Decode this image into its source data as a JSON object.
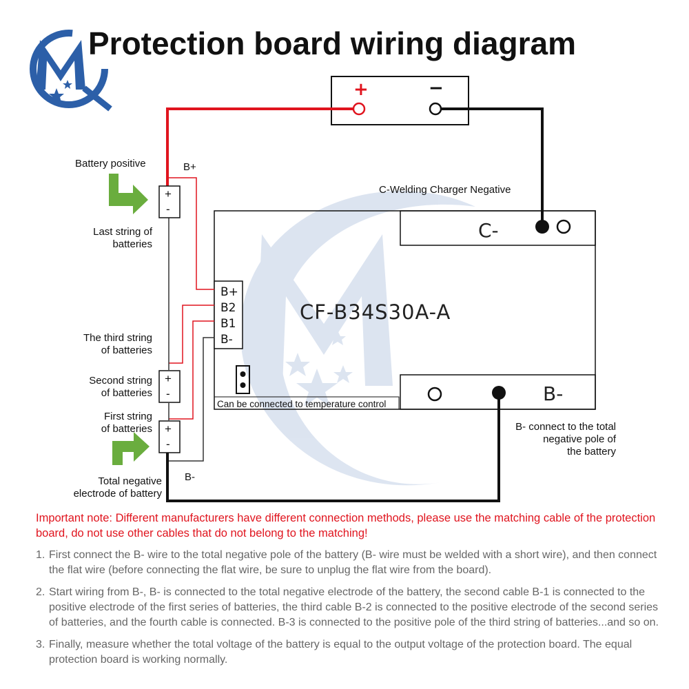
{
  "title": "Protection board wiring diagram",
  "logo": {
    "letters": "MQ",
    "color": "#2c5fa8",
    "icon": "mq-logo-icon"
  },
  "charger": {
    "plus": "+",
    "minus": "−"
  },
  "labels": {
    "battery_positive": "Battery positive",
    "b_plus_top": "B+",
    "c_welding": "C-Welding Charger Negative",
    "last_string_1": "Last string of",
    "last_string_2": "batteries",
    "third_string_1": "The third string",
    "third_string_2": "of batteries",
    "second_string_1": "Second string",
    "second_string_2": "of batteries",
    "first_string_1": "First string",
    "first_string_2": "of batteries",
    "total_negative_1": "Total negative",
    "total_negative_2": "electrode of battery",
    "b_minus_bottom": "B-",
    "b_minus_connect_1": "B- connect to the total",
    "b_minus_connect_2": "negative pole of",
    "b_minus_connect_3": "the battery",
    "temp_control": "Can be connected to temperature control"
  },
  "board": {
    "model": "CF-B34S30A-A",
    "c_minus": "C-",
    "b_minus": "B-",
    "pins": [
      "B+",
      "B2",
      "B1",
      "B-"
    ]
  },
  "cell_signs": {
    "plus": "+",
    "minus": "-"
  },
  "colors": {
    "red_wire": "#e0141e",
    "black_wire": "#111111",
    "arrow_green": "#6aad3e",
    "note_red": "#e0141e"
  },
  "note": "Important note: Different manufacturers have different connection methods, please use the matching cable of the protection board, do not use other cables that do not belong to the matching!",
  "steps": [
    {
      "num": "1.",
      "text": "First connect the B- wire to the total negative pole of the battery (B- wire must be welded with a short wire), and then connect the flat wire (before connecting the flat wire, be sure to unplug the flat wire from the board)."
    },
    {
      "num": "2.",
      "text": "Start wiring from B-, B- is connected to the total negative electrode of the battery, the second cable B-1 is connected to the positive electrode of the first series of batteries, the third cable B-2 is connected to the positive electrode of the second series of batteries, and the fourth cable is connected. B-3 is connected to the positive pole of the third string of batteries...and so on."
    },
    {
      "num": "3.",
      "text": "Finally, measure whether the total voltage of the battery is equal to the output voltage of the protection board. The equal protection board is working normally."
    }
  ]
}
